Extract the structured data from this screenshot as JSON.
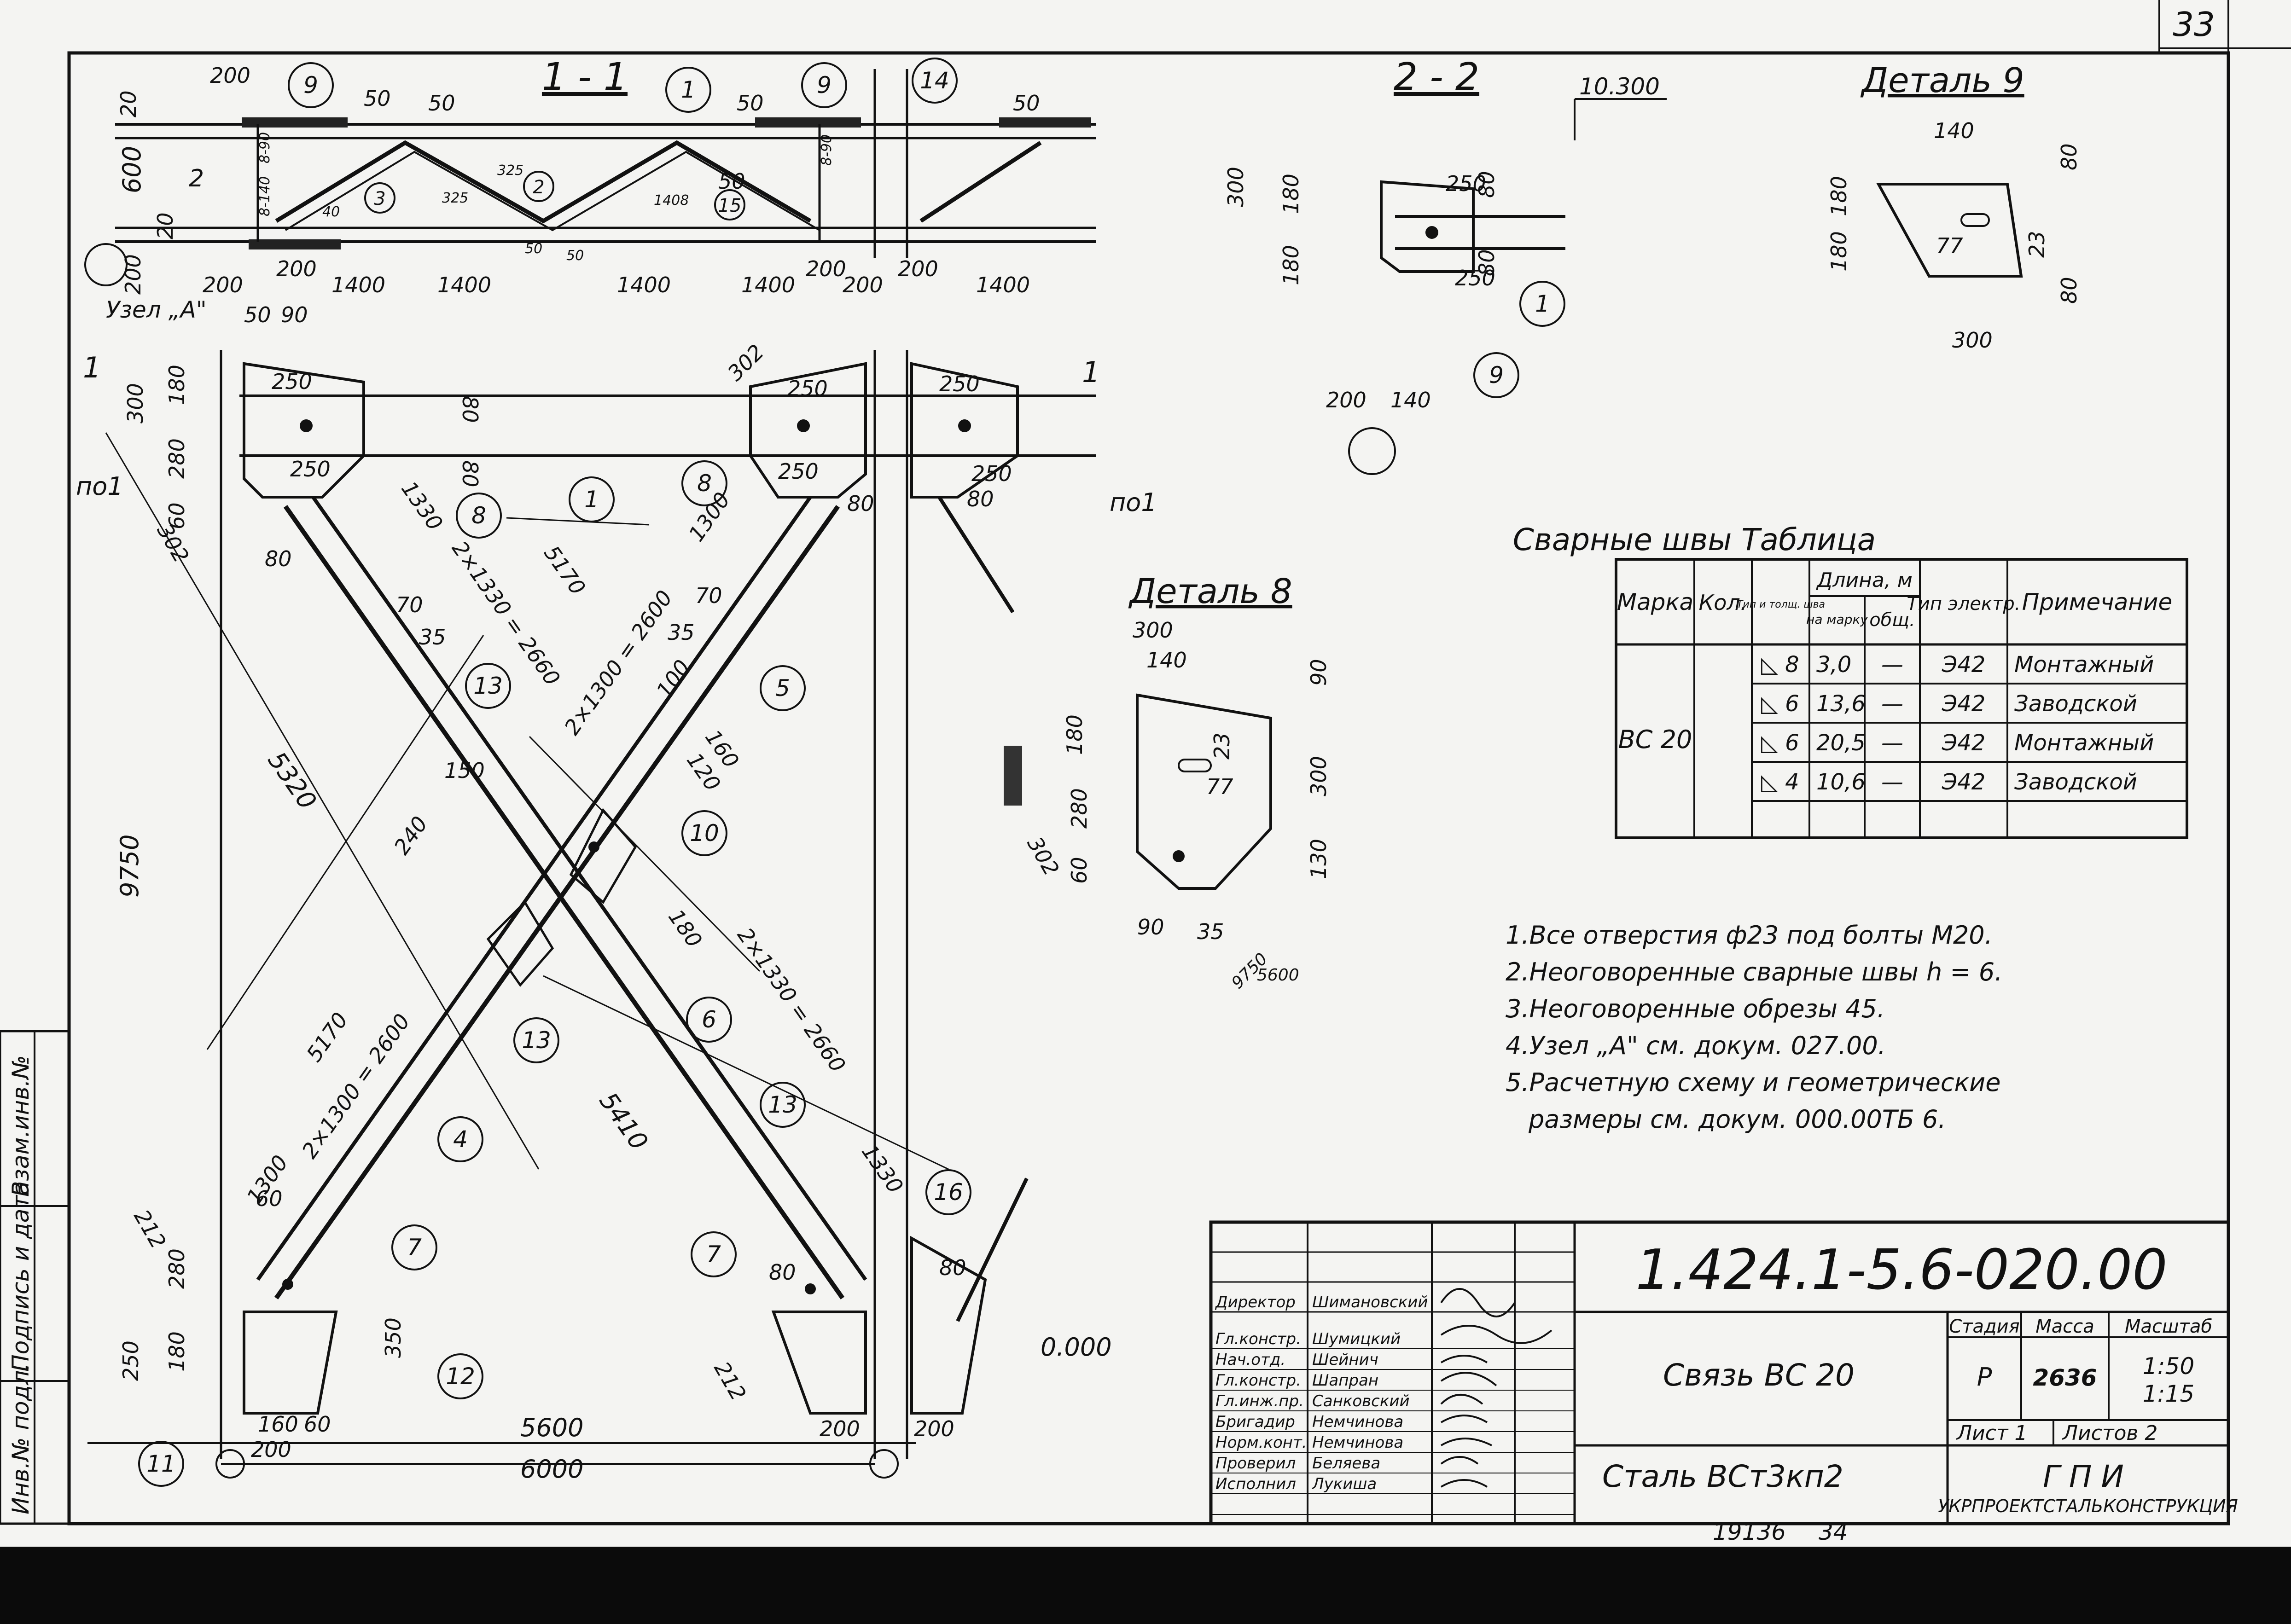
{
  "sheet": {
    "number": "33",
    "bottom_notes": [
      "19136",
      "34"
    ]
  },
  "sections": {
    "s11": {
      "title": "1 - 1"
    },
    "s22": {
      "title": "2 - 2",
      "elevation": "10.300"
    },
    "d9": {
      "title": "Деталь 9"
    },
    "d8": {
      "title": "Деталь 8"
    }
  },
  "view_labels": {
    "cut": "1",
    "po": "по1",
    "uzel": "Узел „А\"",
    "zero": "0.000"
  },
  "dims": {
    "s11_top": [
      "200",
      "50",
      "50",
      "50",
      "50",
      "50"
    ],
    "s11_side": [
      "20",
      "600",
      "20",
      "200"
    ],
    "s11_bottom": [
      "200",
      "200",
      "1400",
      "1400",
      "1400",
      "1400",
      "200",
      "200",
      "200",
      "1400"
    ],
    "s11_internal": [
      "8-90",
      "8-140",
      "8-90",
      "325",
      "40",
      "1408",
      "325",
      "50",
      "50",
      "2"
    ],
    "main_left": [
      "50",
      "90",
      "300",
      "180",
      "280",
      "60",
      "302",
      "80",
      "9750"
    ],
    "main_top": [
      "250",
      "250",
      "80",
      "80",
      "302",
      "250",
      "250",
      "250",
      "250"
    ],
    "main_diag": [
      "1330",
      "2×1330 = 2660",
      "5170",
      "5320",
      "70",
      "35",
      "2×1300 = 2600",
      "70",
      "35",
      "1300",
      "100",
      "150",
      "160",
      "120",
      "240",
      "180",
      "2×1330 = 2660",
      "1330",
      "5170",
      "2×1300 = 2600",
      "1300",
      "5410",
      "212",
      "212",
      "80",
      "80",
      "80",
      "80"
    ],
    "main_bottom": [
      "280",
      "180",
      "250",
      "350",
      "160",
      "60",
      "60",
      "200",
      "5600",
      "200",
      "200",
      "6000"
    ],
    "s22": [
      "300",
      "180",
      "180",
      "250",
      "80",
      "250",
      "80",
      "200",
      "140"
    ],
    "d9": [
      "140",
      "80",
      "180",
      "180",
      "77",
      "23",
      "80",
      "300"
    ],
    "d8": [
      "300",
      "140",
      "90",
      "180",
      "23",
      "77",
      "280",
      "300",
      "302",
      "60",
      "130",
      "90",
      "35",
      "9750",
      "5600"
    ]
  },
  "callouts": [
    "9",
    "9",
    "14",
    "1",
    "3",
    "2",
    "15",
    "8",
    "8",
    "1",
    "5",
    "13",
    "10",
    "13",
    "6",
    "4",
    "13",
    "7",
    "7",
    "16",
    "12",
    "11",
    "1",
    "9"
  ],
  "weld_table": {
    "title": "Сварные швы   Таблица",
    "headers": {
      "mark": "Марка",
      "qty": "Кол.",
      "type": "Тип и толщ. шва",
      "length": "Длина, м",
      "per": "на марку",
      "total": "общ.",
      "electrode": "Тип электр.",
      "note": "Примечание"
    },
    "mark": "ВС 20",
    "rows": [
      {
        "type": "◺ 8",
        "per": "3,0",
        "total": "—",
        "el": "Э42",
        "note": "Монтажный"
      },
      {
        "type": "◺ 6",
        "per": "13,6",
        "total": "—",
        "el": "Э42",
        "note": "Заводской"
      },
      {
        "type": "◺ 6",
        "per": "20,5",
        "total": "—",
        "el": "Э42",
        "note": "Монтажный"
      },
      {
        "type": "◺ 4",
        "per": "10,6",
        "total": "—",
        "el": "Э42",
        "note": "Заводской"
      }
    ]
  },
  "notes": [
    "1.Все отверстия ф23 под болты М20.",
    "2.Неоговоренные сварные швы h = 6.",
    "3.Неоговоренные обрезы 45.",
    "4.Узел „А\" см. докум. 027.00.",
    "5.Расчетную схему и геометрические",
    "размеры см. докум. 000.00ТБ 6."
  ],
  "stamp": {
    "code": "1.424.1-5.6-020.00",
    "object": "Связь ВС 20",
    "material": "Сталь ВСт3кп2",
    "stage_h": "Стадия",
    "mass_h": "Масса",
    "scale_h": "Масштаб",
    "stage": "Р",
    "mass": "2636",
    "scale1": "1:50",
    "scale2": "1:15",
    "sheet": "Лист 1",
    "sheets": "Листов 2",
    "org1": "ГПИ",
    "org2": "УКРПРОЕКТСТАЛЬКОНСТРУКЦИЯ",
    "staff": [
      [
        "Директор",
        "Шимановский"
      ],
      [
        "Гл.констр.",
        "Шумицкий"
      ],
      [
        "Нач.отд.",
        "Шейнич"
      ],
      [
        "Гл.констр.",
        "Шапран"
      ],
      [
        "Гл.инж.пр.",
        "Санковский"
      ],
      [
        "Бригадир",
        "Немчинова"
      ],
      [
        "Норм.конт.",
        "Немчинова"
      ],
      [
        "Проверил",
        "Беляева"
      ],
      [
        "Исполнил",
        "Лукиша"
      ]
    ]
  },
  "side_labels": [
    "Инв.№ подл.",
    "Подпись и дата",
    "Взам.инв.№"
  ]
}
